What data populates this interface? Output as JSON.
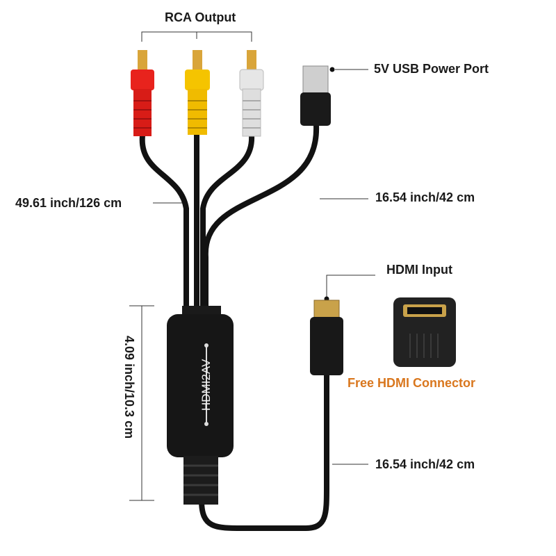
{
  "labels": {
    "rca_output": "RCA Output",
    "usb_power": "5V USB Power Port",
    "rca_length": "49.61 inch/126 cm",
    "usb_length": "16.54 inch/42 cm",
    "hdmi_input": "HDMI  Input",
    "box_length": "4.09 inch/10.3 cm",
    "free_connector": "Free HDMI Connector",
    "hdmi_length": "16.54 inch/42 cm"
  },
  "product": {
    "brand_text": "HDMI2AV"
  },
  "colors": {
    "rca_red": "#e8231d",
    "rca_yellow": "#f5c400",
    "rca_white": "#e6e6e6",
    "cable": "#111111",
    "accent_text": "#d9771e"
  }
}
